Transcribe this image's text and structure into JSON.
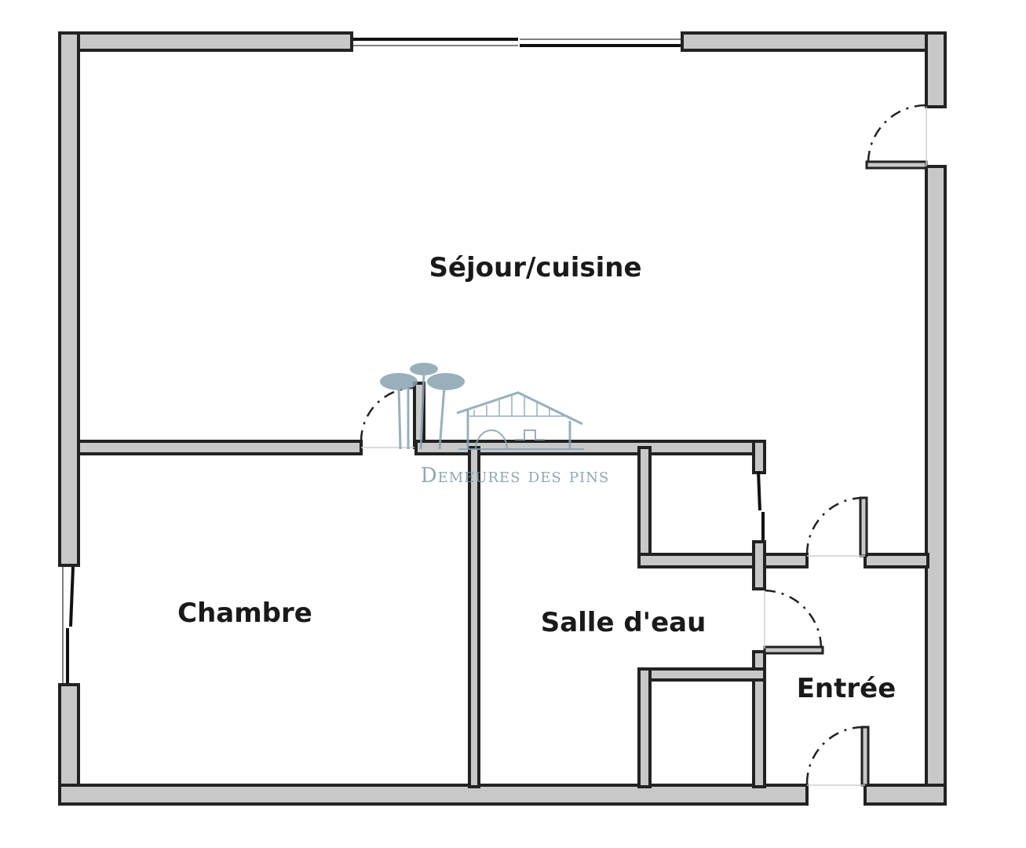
{
  "rooms": {
    "sejour": "Séjour/cuisine",
    "chambre": "Chambre",
    "salle_deau": "Salle d'eau",
    "entree": "Entrée"
  },
  "watermark": {
    "brand": "Demeures des pins",
    "icon": "pine-trees-house-logo"
  },
  "colors": {
    "wall_fill": "#c8c8c8",
    "wall_outline": "#222222",
    "label": "#1a1a1a",
    "watermark": "#86a3b1"
  }
}
